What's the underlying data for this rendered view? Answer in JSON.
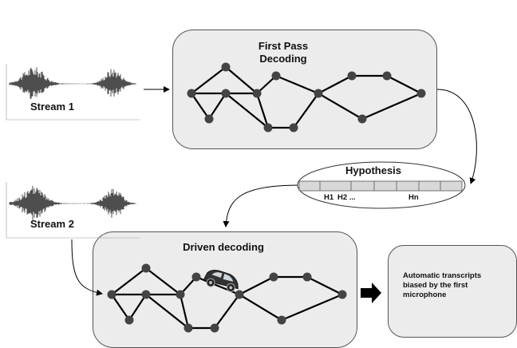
{
  "streams": [
    {
      "label": "Stream 1"
    },
    {
      "label": "Stream 2"
    }
  ],
  "first_pass": {
    "title_line1": "First Pass",
    "title_line2": "Decoding"
  },
  "hypothesis": {
    "title": "Hypothesis",
    "h1": "H1",
    "h2": "H2 ...",
    "hn": "Hn"
  },
  "driven": {
    "title": "Driven decoding"
  },
  "output": {
    "text": "Automatic transcripts biased by the first microphone"
  },
  "colors": {
    "box_fill": "#ececec",
    "node": "#444444",
    "edge": "#000000",
    "cell": "#d8d8d8"
  },
  "icons": [
    "car-icon",
    "arrow-right-icon"
  ]
}
